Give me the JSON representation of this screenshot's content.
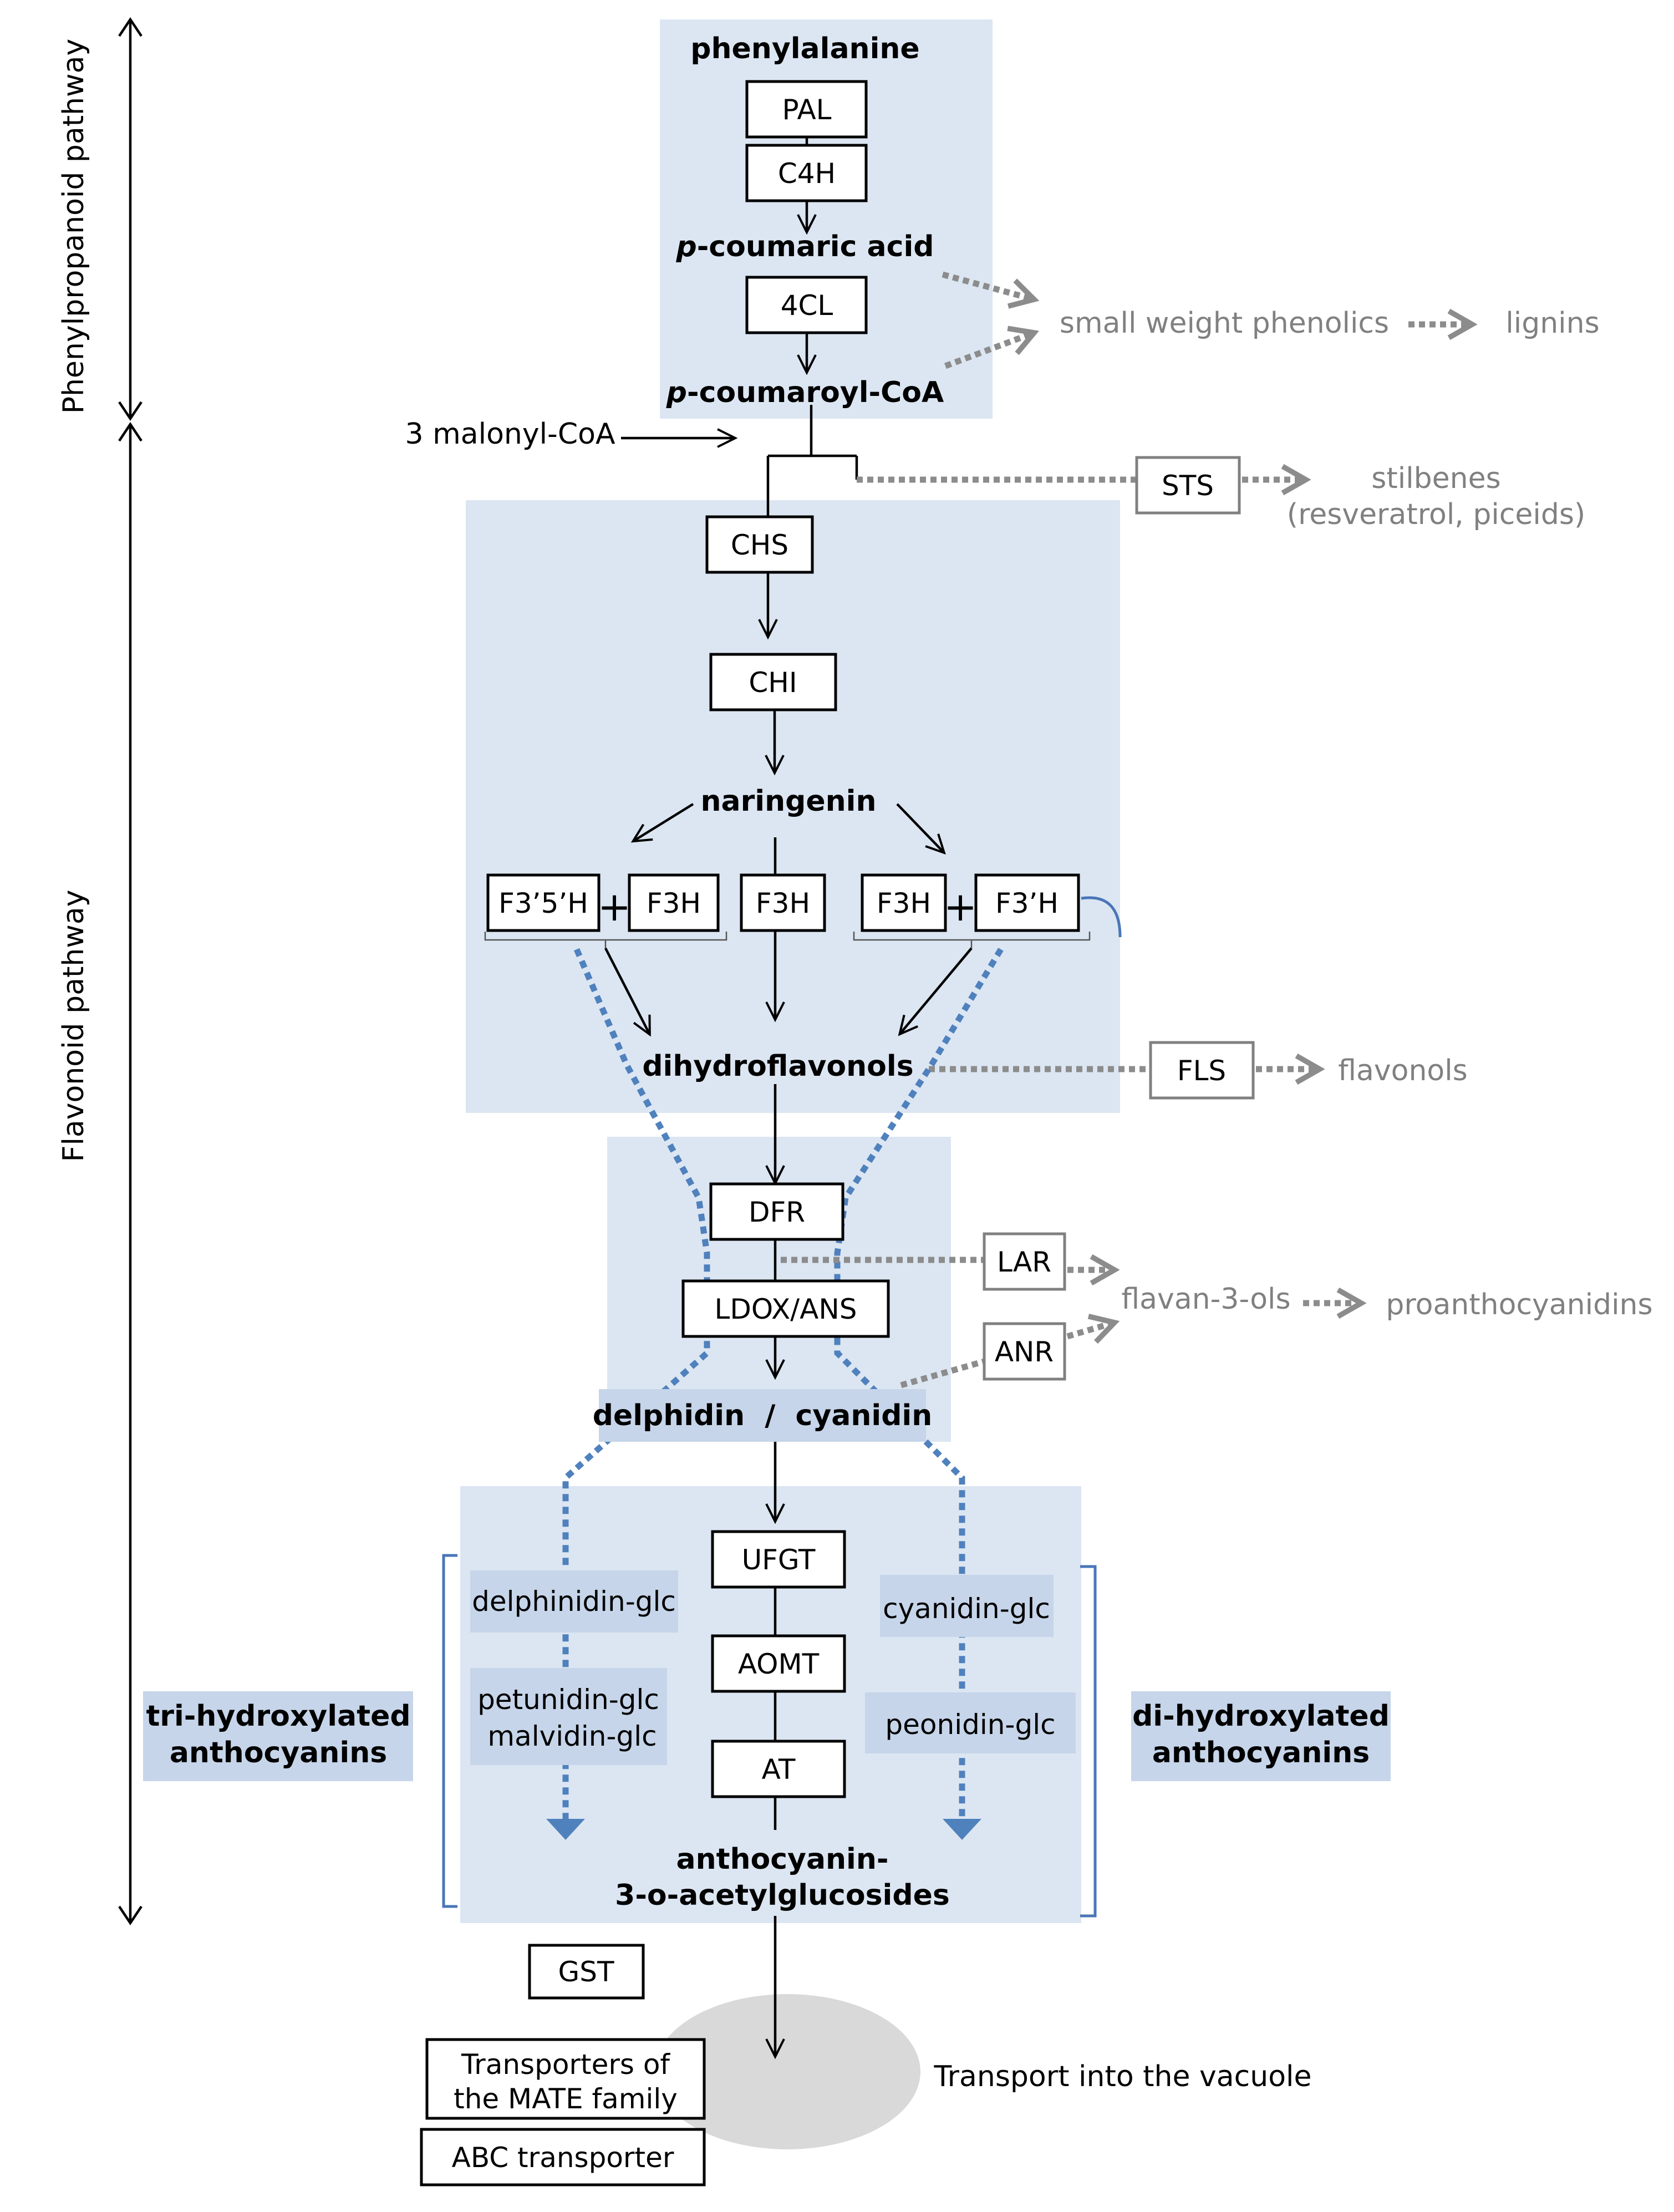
{
  "pathways": {
    "phenylpropanoid": "Phenylpropanoid pathway",
    "flavonoid": "Flavonoid pathway"
  },
  "metabolites": {
    "phenylalanine": "phenylalanine",
    "p_coumaric_acid_prefix": "p",
    "p_coumaric_acid_rest": "-coumaric acid",
    "p_coumaroyl_coa_prefix": "p",
    "p_coumaroyl_coa_rest": "-coumaroyl-CoA",
    "malonyl_coa": "3 malonyl-CoA",
    "naringenin": "naringenin",
    "dihydroflavonols": "dihydroflavonols",
    "delphidin_cyanidin": "delphidin  /  cyanidin",
    "anthocyanin_line1": "anthocyanin-",
    "anthocyanin_line2": "3-o-acetylglucosides"
  },
  "enzymes": {
    "pal": "PAL",
    "c4h": "C4H",
    "cl4": "4CL",
    "sts": "STS",
    "chs": "CHS",
    "chi": "CHI",
    "f35h": "F3’5’H",
    "f3h_left": "F3H",
    "f3h_mid": "F3H",
    "f3h_right": "F3H",
    "f3ph": "F3’H",
    "plus": "+",
    "fls": "FLS",
    "dfr": "DFR",
    "ldox": "LDOX/ANS",
    "lar": "LAR",
    "anr": "ANR",
    "ufgt": "UFGT",
    "aomt": "AOMT",
    "at": "AT",
    "gst": "GST"
  },
  "side_products": {
    "small_phenolics": "small weight phenolics",
    "lignins": "lignins",
    "stilbenes": "stilbenes",
    "stilbenes_detail": "(resveratrol, piceids)",
    "flavonols": "flavonols",
    "flavan3ols": "flavan-3-ols",
    "proanthocyanidins": "proanthocyanidins"
  },
  "anthocyanins": {
    "delphinidin_glc": "delphinidin-glc",
    "petunidin_glc": "petunidin-glc",
    "malvidin_glc": "malvidin-glc",
    "cyanidin_glc": "cyanidin-glc",
    "peonidin_glc": "peonidin-glc",
    "tri_line1": "tri-hydroxylated",
    "tri_line2": "anthocyanins",
    "di_line1": "di-hydroxylated",
    "di_line2": "anthocyanins"
  },
  "transport": {
    "mate_line1": "Transporters of",
    "mate_line2": "the MATE family",
    "abc": "ABC transporter",
    "vacuole": "Transport into the vacuole"
  },
  "colors": {
    "panel": "#dce6f2",
    "label_box": "#c6d5e9",
    "blue_path": "#4f81bd",
    "gray_path": "#8c8c8c",
    "vacuole": "#d9d9d9"
  }
}
